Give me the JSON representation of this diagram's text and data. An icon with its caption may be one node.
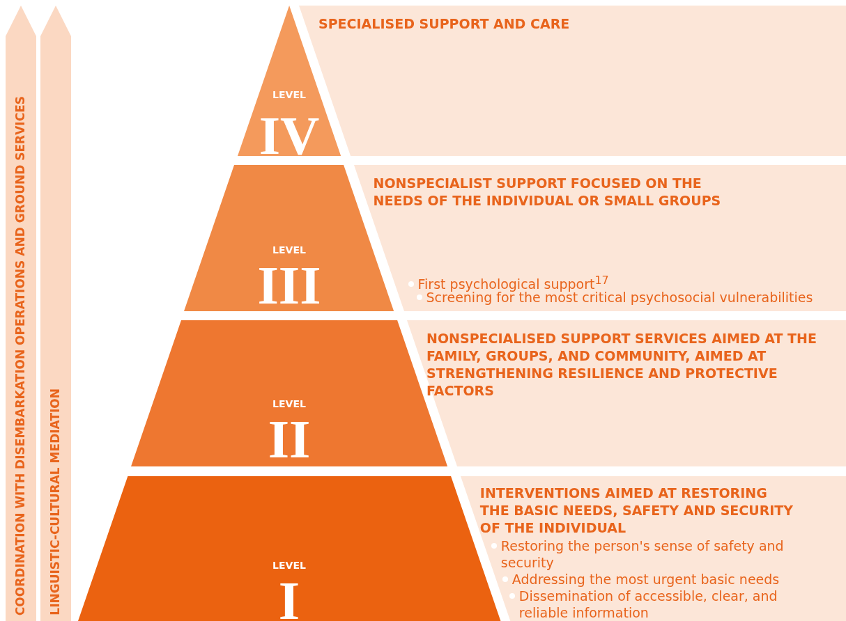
{
  "diagram": {
    "nodes": [
      {
        "text": [
          "COORDINATION WITH DISEMBARKATION OPERATIONS AND GROUND SERVICES"
        ]
      },
      {
        "text": [
          "LINGUISTIC-CULTURAL MEDIATION"
        ]
      },
      {
        "text": [
          "LEVEL",
          "IV"
        ]
      },
      {
        "text": [
          "SPECIALISED SUPPORT AND CARE"
        ]
      },
      {
        "text": [
          "LEVEL",
          "III"
        ]
      },
      {
        "text": [
          "NONSPECIALIST SUPPORT FOCUSED ON THE NEEDS OF THE INDIVIDUAL OR SMALL GROUPS",
          "First psychological support$^{17}$",
          "Screening for the most critical psychosocial vulnerabilities"
        ]
      },
      {
        "text": [
          "LEVEL",
          "II"
        ]
      },
      {
        "text": [
          "NONSPECIALISED SUPPORT SERVICES AIMED AT THE FAMILY, GROUPS, AND COMMUNITY, AIMED AT STRENGTHENING RESILIENCE AND PROTECTIVE FACTORS"
        ]
      },
      {
        "text": [
          "LEVEL",
          "I"
        ]
      },
      {
        "text": [
          "INTERVENTIONS AIMED AT RESTORING THE BASIC NEEDS, SAFETY AND SECURITY OF THE INDIVIDUAL",
          "Restoring the person's sense of safety and security",
          "Addressing the most urgent basic needs",
          "Dissemination of accessible, clear, and reliable information"
        ]
      }
    ],
    "edges": []
  }
}
